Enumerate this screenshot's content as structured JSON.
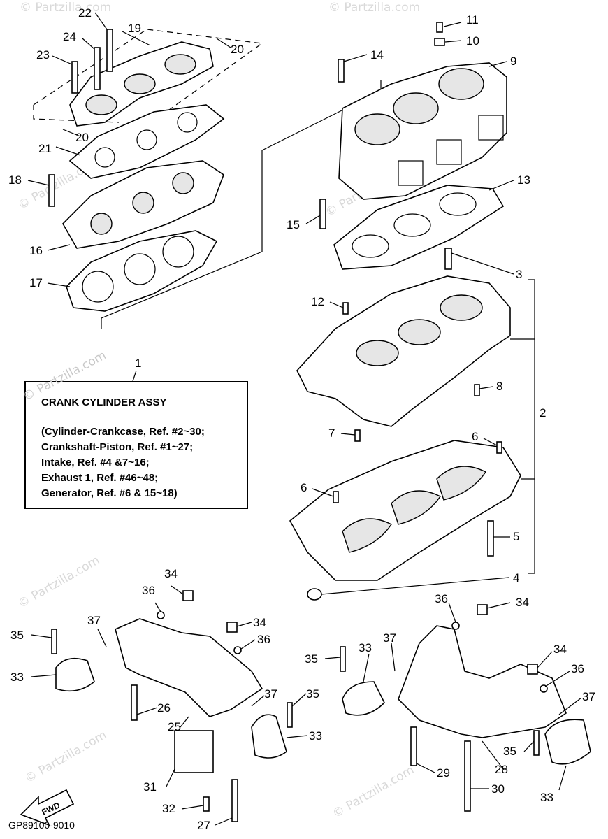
{
  "assembly": {
    "ref_number": "1",
    "title": "CRANK CYLINDER ASSY",
    "lines": [
      "(Cylinder-Crankcase, Ref. #2~30;",
      "Crankshaft-Piston, Ref. #1~27;",
      "Intake, Ref. #4 &7~16;",
      "Exhaust 1, Ref. #46~48;",
      "Generator, Ref. #6 & 15~18)"
    ]
  },
  "watermark": "© Partzilla.com",
  "diagram_code": "GP89100-9010",
  "fwd_label": "FWD",
  "callouts": {
    "c2": "2",
    "c3": "3",
    "c4a": "4",
    "c5": "5",
    "c6a": "6",
    "c6b": "6",
    "c7": "7",
    "c8": "8",
    "c9": "9",
    "c10": "10",
    "c11": "11",
    "c12": "12",
    "c13": "13",
    "c14": "14",
    "c15": "15",
    "c16": "16",
    "c17": "17",
    "c18": "18",
    "c19": "19",
    "c20a": "20",
    "c20b": "20",
    "c21": "21",
    "c22": "22",
    "c23": "23",
    "c24": "24",
    "c25": "25",
    "c26": "26",
    "c27": "27",
    "c28": "28",
    "c29": "29",
    "c30": "30",
    "c31": "31",
    "c32": "32",
    "c33a": "33",
    "c33b": "33",
    "c33c": "33",
    "c33d": "33",
    "c34a": "34",
    "c34b": "34",
    "c34c": "34",
    "c34d": "34",
    "c35a": "35",
    "c35b": "35",
    "c35c": "35",
    "c35d": "35",
    "c36a": "36",
    "c36b": "36",
    "c36c": "36",
    "c36d": "36",
    "c37a": "37",
    "c37b": "37",
    "c37c": "37",
    "c37d": "37"
  }
}
